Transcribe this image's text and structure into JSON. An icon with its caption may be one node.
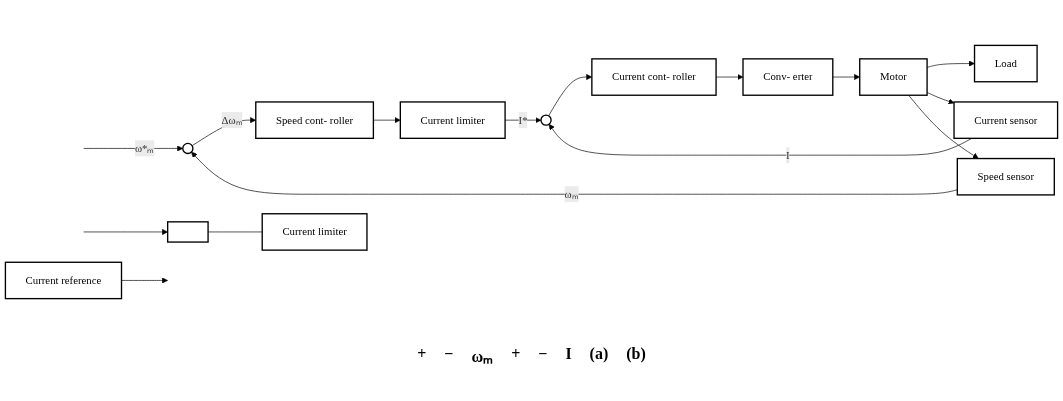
{
  "diagram": {
    "nodes": [
      {
        "text": [],
        "shape": "circle"
      },
      {
        "text": [
          "Speed cont- roller"
        ]
      },
      {
        "text": [
          "Current limiter"
        ]
      },
      {
        "text": [],
        "shape": "circle"
      },
      {
        "text": [
          "Current cont- roller"
        ]
      },
      {
        "text": [
          "Conv- erter"
        ]
      },
      {
        "text": [
          "Motor"
        ]
      },
      {
        "text": [
          "Load"
        ]
      },
      {
        "text": [
          "Current sensor"
        ]
      },
      {
        "text": [
          "Speed sensor"
        ]
      },
      {
        "text": [
          "Current reference"
        ]
      },
      {
        "text": [],
        "shape": "box"
      },
      {
        "text": [
          "Current limiter"
        ]
      }
    ],
    "edges": [
      {
        "from": null,
        "to": 0,
        "arrow": "to",
        "label": "ω*ₘ"
      },
      {
        "from": 0,
        "to": 1,
        "arrow": "to",
        "label": "Δωₘ"
      },
      {
        "from": 1,
        "to": 2,
        "arrow": "to"
      },
      {
        "from": 2,
        "to": 3,
        "arrow": "to",
        "label": "I*"
      },
      {
        "from": 3,
        "to": 4,
        "arrow": "to"
      },
      {
        "from": 4,
        "to": 5,
        "arrow": "to"
      },
      {
        "from": 5,
        "to": 6,
        "arrow": "to"
      },
      {
        "from": 6,
        "to": 7,
        "arrow": "to"
      },
      {
        "from": 6,
        "to": 8,
        "arrow": "to"
      },
      {
        "from": 8,
        "to": 3,
        "arrow": "to",
        "label": "I"
      },
      {
        "from": 6,
        "to": 9,
        "arrow": "to"
      },
      {
        "from": 9,
        "to": 0,
        "arrow": "to",
        "label": "ωₘ"
      },
      {
        "from": 10,
        "to": null,
        "arrow": "to"
      },
      {
        "from": null,
        "to": 11,
        "arrow": "to"
      },
      {
        "from": 11,
        "to": 12,
        "arrow": "none"
      }
    ],
    "labels": [
      "+",
      "−",
      "ωₘ",
      "+",
      "−",
      "I",
      "(a)",
      "(b)"
    ]
  }
}
